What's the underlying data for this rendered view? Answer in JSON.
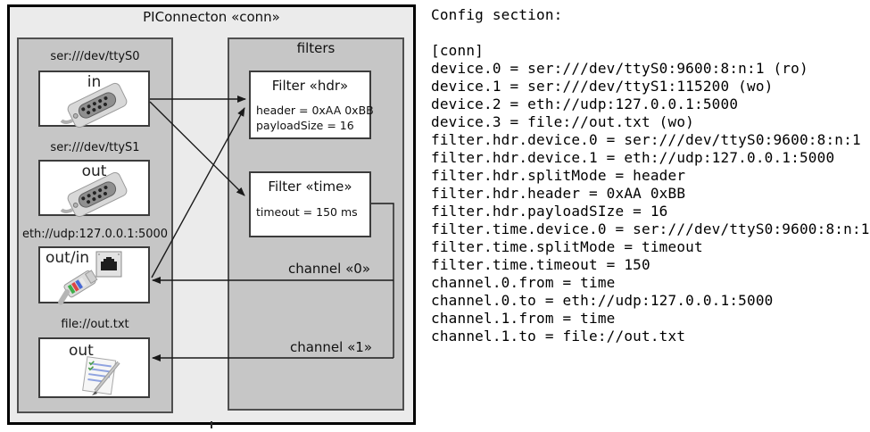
{
  "diagram": {
    "title": "PIConnecton «conn»",
    "devices": [
      {
        "label": "ser:///dev/ttyS0",
        "direction": "in",
        "icon": "serial-connector-icon"
      },
      {
        "label": "ser:///dev/ttyS1",
        "direction": "out",
        "icon": "serial-connector-icon"
      },
      {
        "label": "eth://udp:127.0.0.1:5000",
        "direction": "out/in",
        "icon": "ethernet-plug-icon"
      },
      {
        "label": "file://out.txt",
        "direction": "out",
        "icon": "notepad-icon"
      }
    ],
    "filters_panel_title": "filters",
    "filters": [
      {
        "title": "Filter «hdr»",
        "properties": [
          "header = 0xAA 0xBB",
          "payloadSize = 16"
        ]
      },
      {
        "title": "Filter «time»",
        "properties": [
          "timeout = 150 ms"
        ]
      }
    ],
    "channels": [
      {
        "label": "channel «0»"
      },
      {
        "label": "channel «1»"
      }
    ]
  },
  "config": {
    "heading": "Config section:",
    "lines": [
      "",
      "[conn]",
      "device.0 = ser:///dev/ttyS0:9600:8:n:1 (ro)",
      "device.1 = ser:///dev/ttyS1:115200 (wo)",
      "device.2 = eth://udp:127.0.0.1:5000",
      "device.3 = file://out.txt (wo)",
      "filter.hdr.device.0 = ser:///dev/ttyS0:9600:8:n:1",
      "filter.hdr.device.1 = eth://udp:127.0.0.1:5000",
      "filter.hdr.splitMode = header",
      "filter.hdr.header = 0xAA 0xBB",
      "filter.hdr.payloadSIze = 16",
      "filter.time.device.0 = ser:///dev/ttyS0:9600:8:n:1",
      "filter.time.splitMode = timeout",
      "filter.time.timeout = 150",
      "channel.0.from = time",
      "channel.0.to = eth://udp:127.0.0.1:5000",
      "channel.1.from = time",
      "channel.1.to = file://out.txt"
    ]
  },
  "colors": {
    "frame_border": "#000000",
    "frame_bg": "#ebebeb",
    "panel_bg": "#c6c6c6",
    "panel_border": "#4f4f4f",
    "box_bg": "#ffffff",
    "box_border": "#3c3c3c",
    "wire": "#1a1a1a",
    "text": "#111111"
  }
}
